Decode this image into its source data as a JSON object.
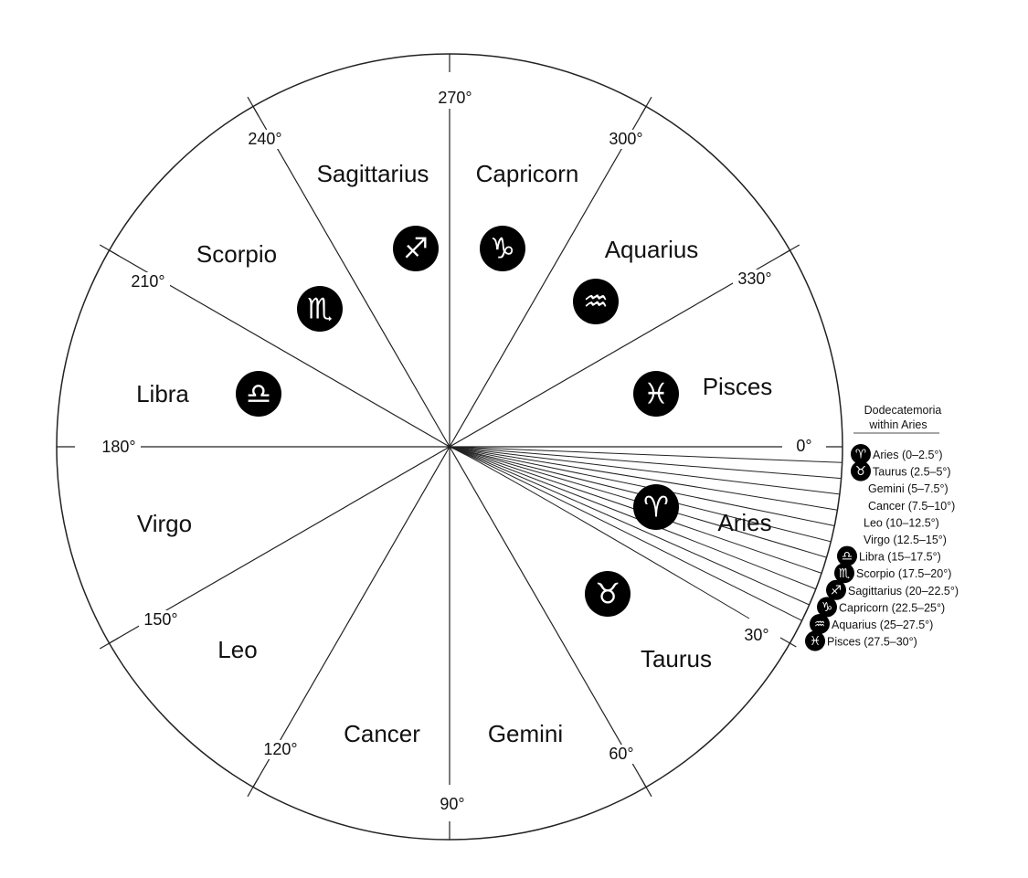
{
  "degree_labels": [
    {
      "deg": 0,
      "text": "0°"
    },
    {
      "deg": 30,
      "text": "30°"
    },
    {
      "deg": 60,
      "text": "60°"
    },
    {
      "deg": 90,
      "text": "90°"
    },
    {
      "deg": 120,
      "text": "120°"
    },
    {
      "deg": 150,
      "text": "150°"
    },
    {
      "deg": 180,
      "text": "180°"
    },
    {
      "deg": 210,
      "text": "210°"
    },
    {
      "deg": 240,
      "text": "240°"
    },
    {
      "deg": 270,
      "text": "270°"
    },
    {
      "deg": 300,
      "text": "300°"
    },
    {
      "deg": 330,
      "text": "330°"
    }
  ],
  "signs": [
    {
      "name": "Aries",
      "symbol": "♈",
      "style": "filled"
    },
    {
      "name": "Taurus",
      "symbol": "♉",
      "style": "filled"
    },
    {
      "name": "Gemini",
      "symbol": "",
      "style": "crescent"
    },
    {
      "name": "Cancer",
      "symbol": "",
      "style": "crescent"
    },
    {
      "name": "Leo",
      "symbol": "",
      "style": "none"
    },
    {
      "name": "Virgo",
      "symbol": "",
      "style": "crescent"
    },
    {
      "name": "Libra",
      "symbol": "♎",
      "style": "filled"
    },
    {
      "name": "Scorpio",
      "symbol": "♏",
      "style": "filled"
    },
    {
      "name": "Sagittarius",
      "symbol": "♐",
      "style": "filled"
    },
    {
      "name": "Capricorn",
      "symbol": "♑",
      "style": "filled"
    },
    {
      "name": "Aquarius",
      "symbol": "♒",
      "style": "filled"
    },
    {
      "name": "Pisces",
      "symbol": "♓",
      "style": "filled"
    }
  ],
  "dodecatemoria": {
    "title_line1": "Dodecatemoria",
    "title_line2": "within  Aries",
    "items": [
      {
        "label": "Aries  (0–2.5°)",
        "symbol": "♈",
        "style": "filled"
      },
      {
        "label": "Taurus  (2.5–5°)",
        "symbol": "♉",
        "style": "filled"
      },
      {
        "label": "Gemini (5–7.5°)",
        "symbol": "",
        "style": "crescent"
      },
      {
        "label": "Cancer (7.5–10°)",
        "symbol": "",
        "style": "crescent"
      },
      {
        "label": "Leo (10–12.5°)",
        "symbol": "",
        "style": "none"
      },
      {
        "label": "Virgo (12.5–15°)",
        "symbol": "",
        "style": "crescent"
      },
      {
        "label": "Libra (15–17.5°)",
        "symbol": "♎",
        "style": "filled"
      },
      {
        "label": "Scorpio (17.5–20°)",
        "symbol": "♏",
        "style": "filled"
      },
      {
        "label": "Sagittarius (20–22.5°)",
        "symbol": "♐",
        "style": "filled"
      },
      {
        "label": "Capricorn (22.5–25°)",
        "symbol": "♑",
        "style": "filled"
      },
      {
        "label": "Aquarius (25–27.5°)",
        "symbol": "♒",
        "style": "filled"
      },
      {
        "label": "Pisces (27.5–30°)",
        "symbol": "♓",
        "style": "filled"
      }
    ]
  }
}
